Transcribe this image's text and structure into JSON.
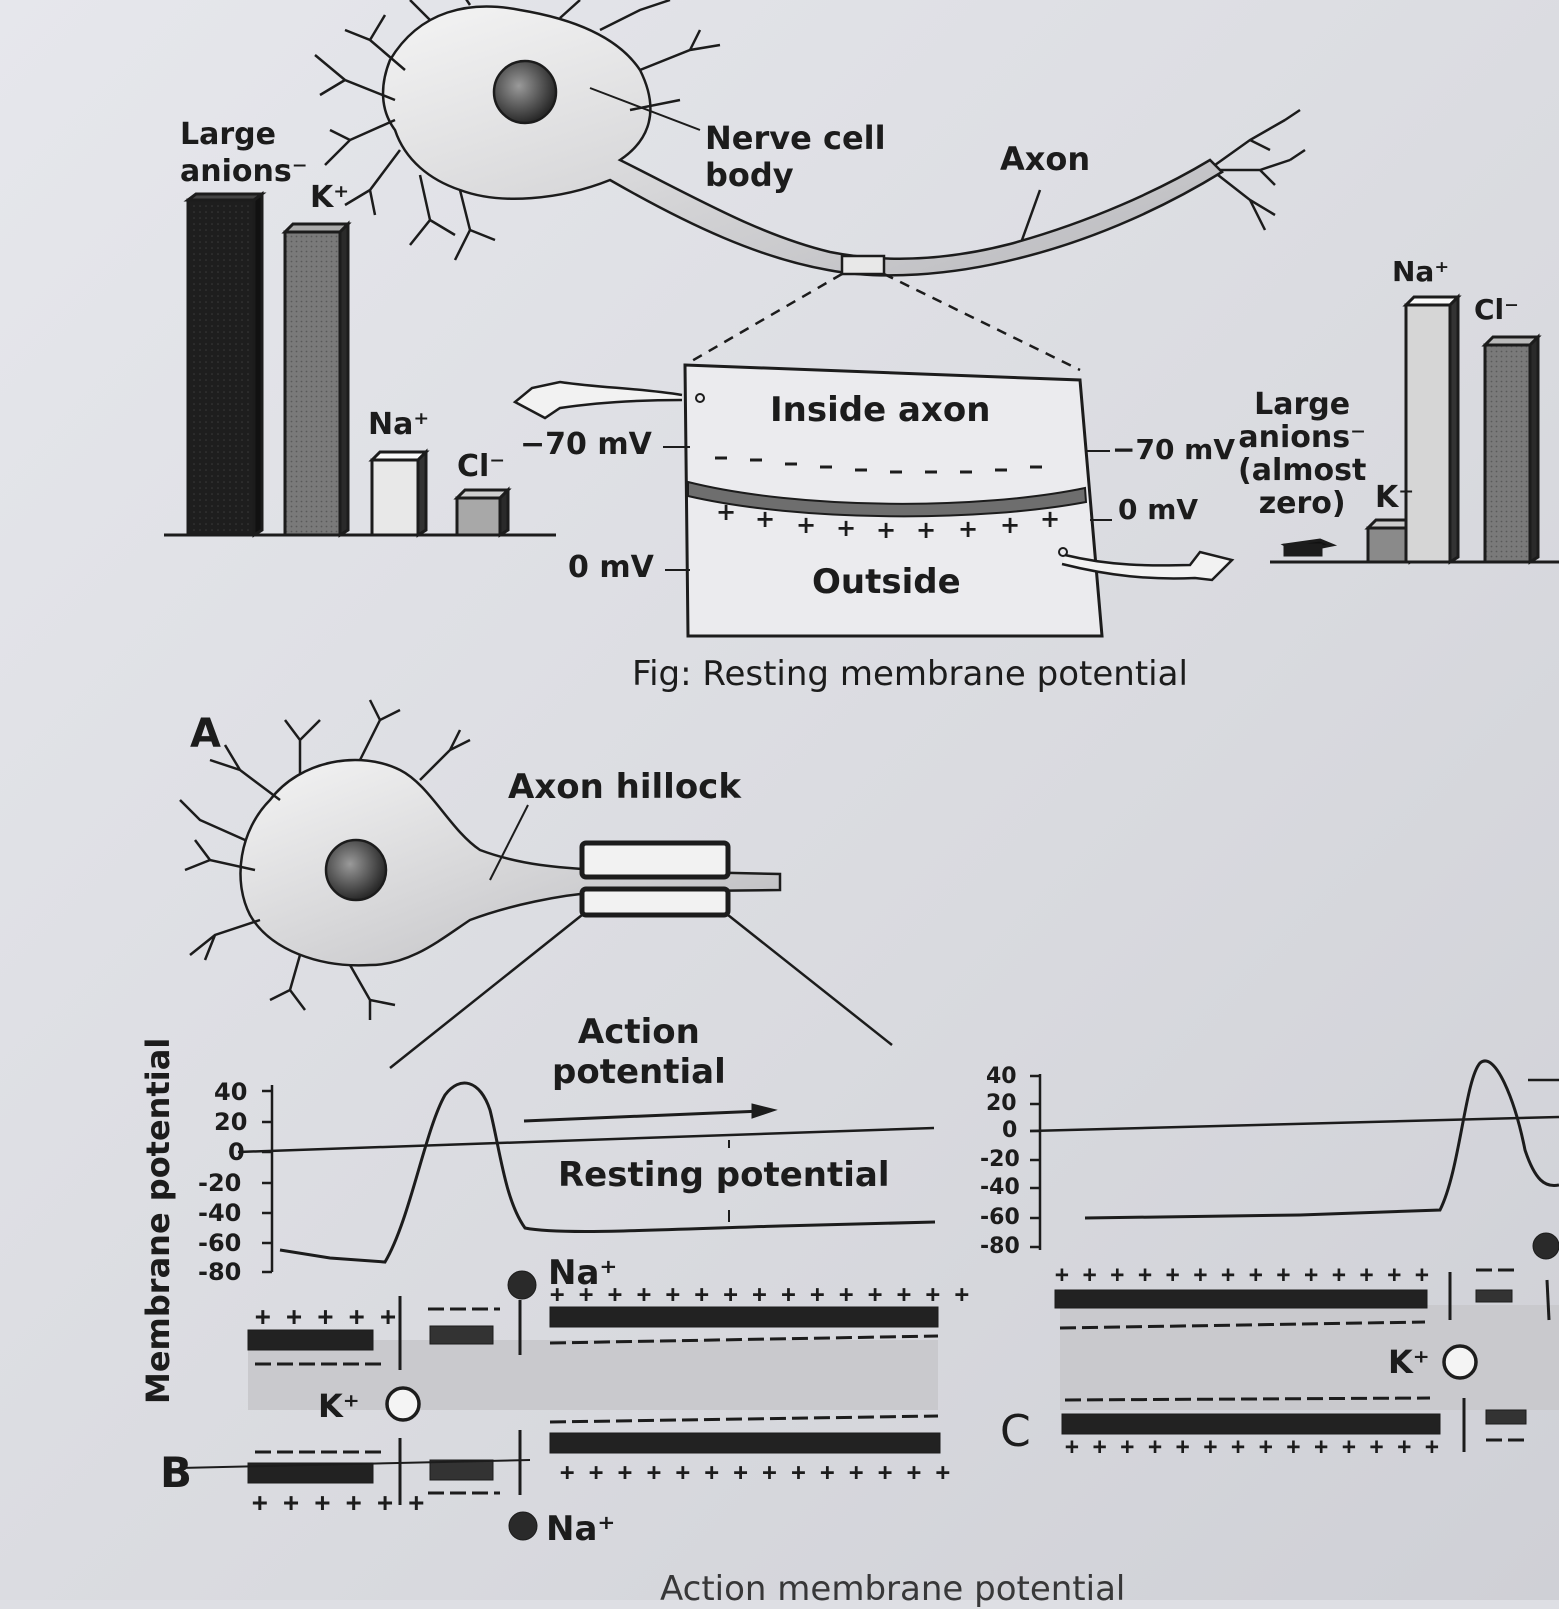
{
  "resting_figure": {
    "caption": "Fig: Resting membrane potential",
    "nerve_cell_body": "Nerve cell\nbody",
    "axon": "Axon",
    "inside_axon": "Inside axon",
    "outside": "Outside",
    "left_minus70": "−70 mV",
    "left_zero": "0 mV",
    "right_minus70": "−70 mV",
    "right_zero": "0 mV",
    "inside_bars": {
      "large_anions": "Large\nanions⁻",
      "k": "K⁺",
      "na": "Na⁺",
      "cl": "Cl⁻"
    },
    "outside_bars": {
      "na": "Na⁺",
      "cl": "Cl⁻",
      "large_anions": "Large\nanions⁻\n(almost\nzero)",
      "k": "K⁺"
    }
  },
  "action_figure": {
    "panel_a": "A",
    "panel_b": "B",
    "panel_c": "C",
    "axon_hillock": "Axon hillock",
    "action_potential": "Action\npotential",
    "resting_potential": "Resting potential",
    "y_axis_label": "Membrane potential",
    "y_ticks": [
      "40",
      "20",
      "0",
      "-20",
      "-40",
      "-60",
      "-80"
    ],
    "na_top": "Na⁺",
    "na_bottom": "Na⁺",
    "k_b": "K⁺",
    "k_c": "K⁺",
    "plus_top_b1": "+ + + + +",
    "plus_top_b2": "+ + + + + + + + + + + + + + +",
    "plus_bottom_b1": "+ + + + + +",
    "plus_bottom_b2": "+ + + + + + + + + + + + + +",
    "plus_top_c": "+ + + + + + + + + + + + + +",
    "plus_bottom_c": "+ + + + + + + + + + + + + +",
    "bottom_caption_fragment": "Action membrane potential"
  },
  "colors": {
    "ink": "#1c1c1c",
    "paper": "#dedfe4",
    "bar_light": "#e6e6e6",
    "bar_mid": "#8a8a8a",
    "membrane_band": "#c9c9cd"
  }
}
